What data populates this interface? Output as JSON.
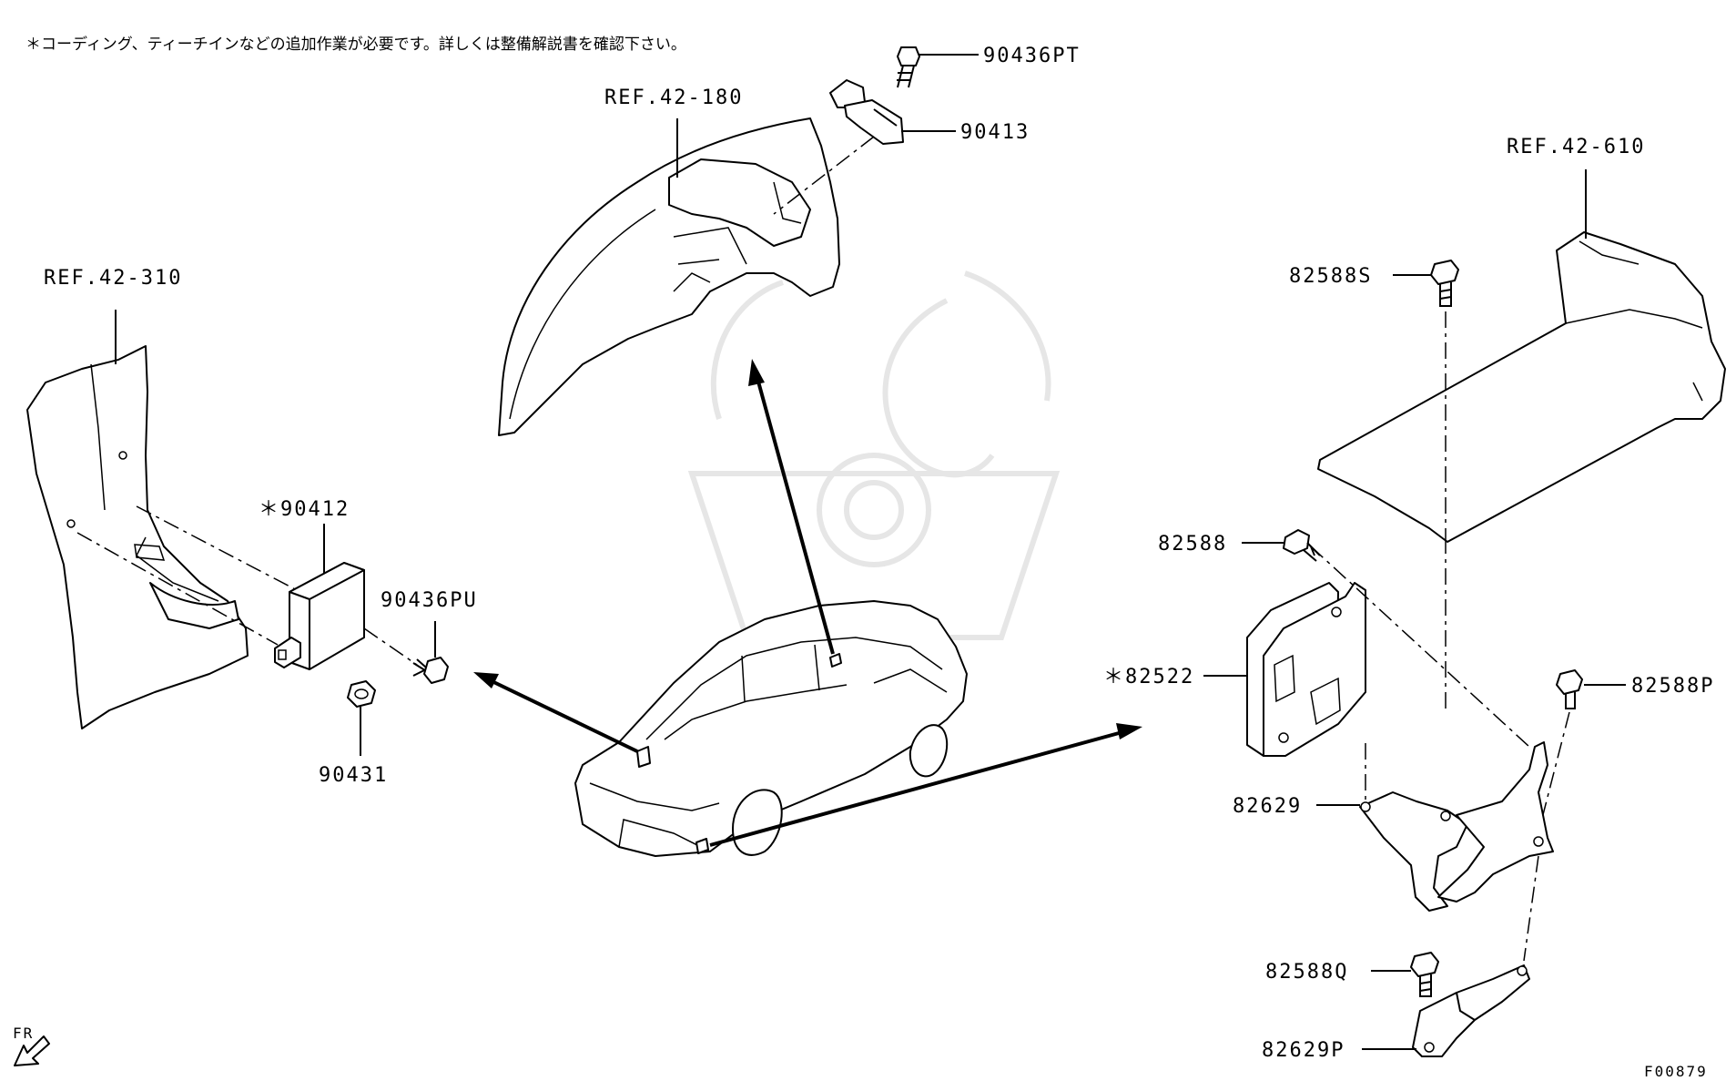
{
  "header": {
    "note": "＊コーディング、ティーチインなどの追加作業が必要です。詳しくは整備解説書を確認下さい。"
  },
  "references": {
    "ref_42_180": "REF.42-180",
    "ref_42_310": "REF.42-310",
    "ref_42_610": "REF.42-610"
  },
  "parts": {
    "p_90436PT": "90436PT",
    "p_90413": "90413",
    "p_90412": "＊90412",
    "p_90436PU": "90436PU",
    "p_90431": "90431",
    "p_82588S": "82588S",
    "p_82588": "82588",
    "p_82522": "＊82522",
    "p_82588P": "82588P",
    "p_82629": "82629",
    "p_82588Q": "82588Q",
    "p_82629P": "82629P"
  },
  "footer": {
    "direction": "FR",
    "figure_code": "F00879"
  }
}
